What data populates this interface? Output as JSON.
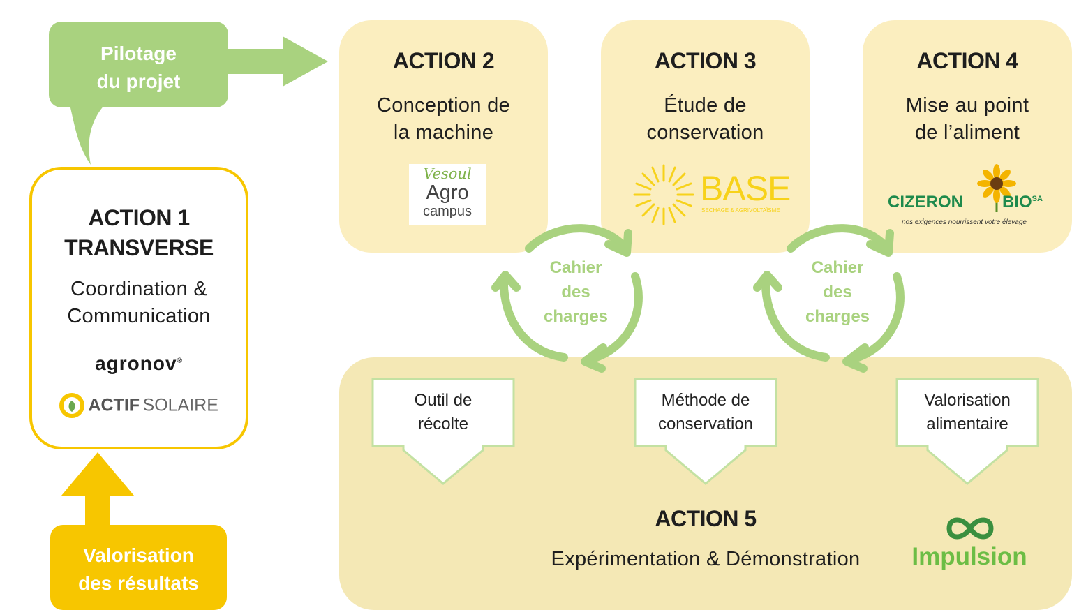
{
  "colors": {
    "green": "#a9d27f",
    "yellow": "#fbeebf",
    "gold": "#f7c600"
  },
  "pilotage": {
    "line1": "Pilotage",
    "line2": "du projet"
  },
  "valorisation": {
    "line1": "Valorisation",
    "line2": "des résultats"
  },
  "action1": {
    "title1": "ACTION 1",
    "title2": "TRANSVERSE",
    "sub1": "Coordination &",
    "sub2": "Communication",
    "logo1": "agronov",
    "logo2a": "ACTIF",
    "logo2b": "SOLAIRE"
  },
  "action2": {
    "title": "ACTION 2",
    "sub1": "Conception de",
    "sub2": "la machine",
    "logo1": "Vesoul",
    "logo2": "Agro",
    "logo3": "campus"
  },
  "action3": {
    "title": "ACTION 3",
    "sub1": "Étude de",
    "sub2": "conservation",
    "logo1": "BASE",
    "logo2": "SECHAGE & AGRIVOLTAÏSME"
  },
  "action4": {
    "title": "ACTION 4",
    "sub1": "Mise au point",
    "sub2": "de l’aliment",
    "logo1": "CIZERON",
    "logo2": "BIO",
    "logo3": "SA",
    "logo4": "nos exigences nourrissent votre élevage"
  },
  "cycle": {
    "line1": "Cahier",
    "line2": "des",
    "line3": "charges"
  },
  "outputs": [
    {
      "line1": "Outil de",
      "line2": "récolte"
    },
    {
      "line1": "Méthode de",
      "line2": "conservation"
    },
    {
      "line1": "Valorisation",
      "line2": "alimentaire"
    }
  ],
  "action5": {
    "title": "ACTION 5",
    "sub": "Expérimentation & Démonstration",
    "logo": "Impulsion"
  }
}
